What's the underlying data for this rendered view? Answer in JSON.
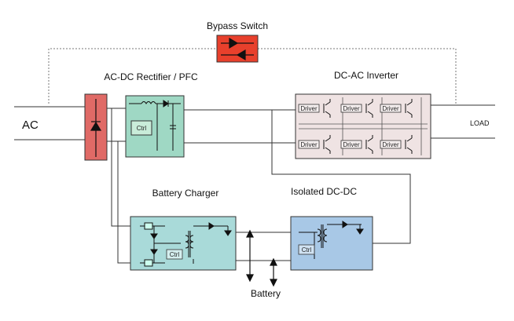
{
  "labels": {
    "bypass": "Bypass Switch",
    "rectifier": "AC-DC Rectifier / PFC",
    "inverter": "DC-AC Inverter",
    "ac": "AC",
    "load": "LOAD",
    "charger": "Battery Charger",
    "isolated": "Isolated DC-DC",
    "battery": "Battery"
  },
  "blocks": {
    "pfc_ctrl": "Ctrl",
    "charger_ctrl": "Ctrl",
    "dcdc_ctrl": "Ctrl",
    "drivers": [
      "Driver",
      "Driver",
      "Driver",
      "Driver",
      "Driver",
      "Driver"
    ]
  },
  "colors": {
    "bypass_fill": "#e8402c",
    "rectifier_fill": "#e06a66",
    "pfc_fill": "#9fd8c4",
    "inverter_fill": "#efe3e3",
    "charger_fill": "#a9dad9",
    "dcdc_fill": "#a8c8e6",
    "wire": "#2a2a2a"
  }
}
